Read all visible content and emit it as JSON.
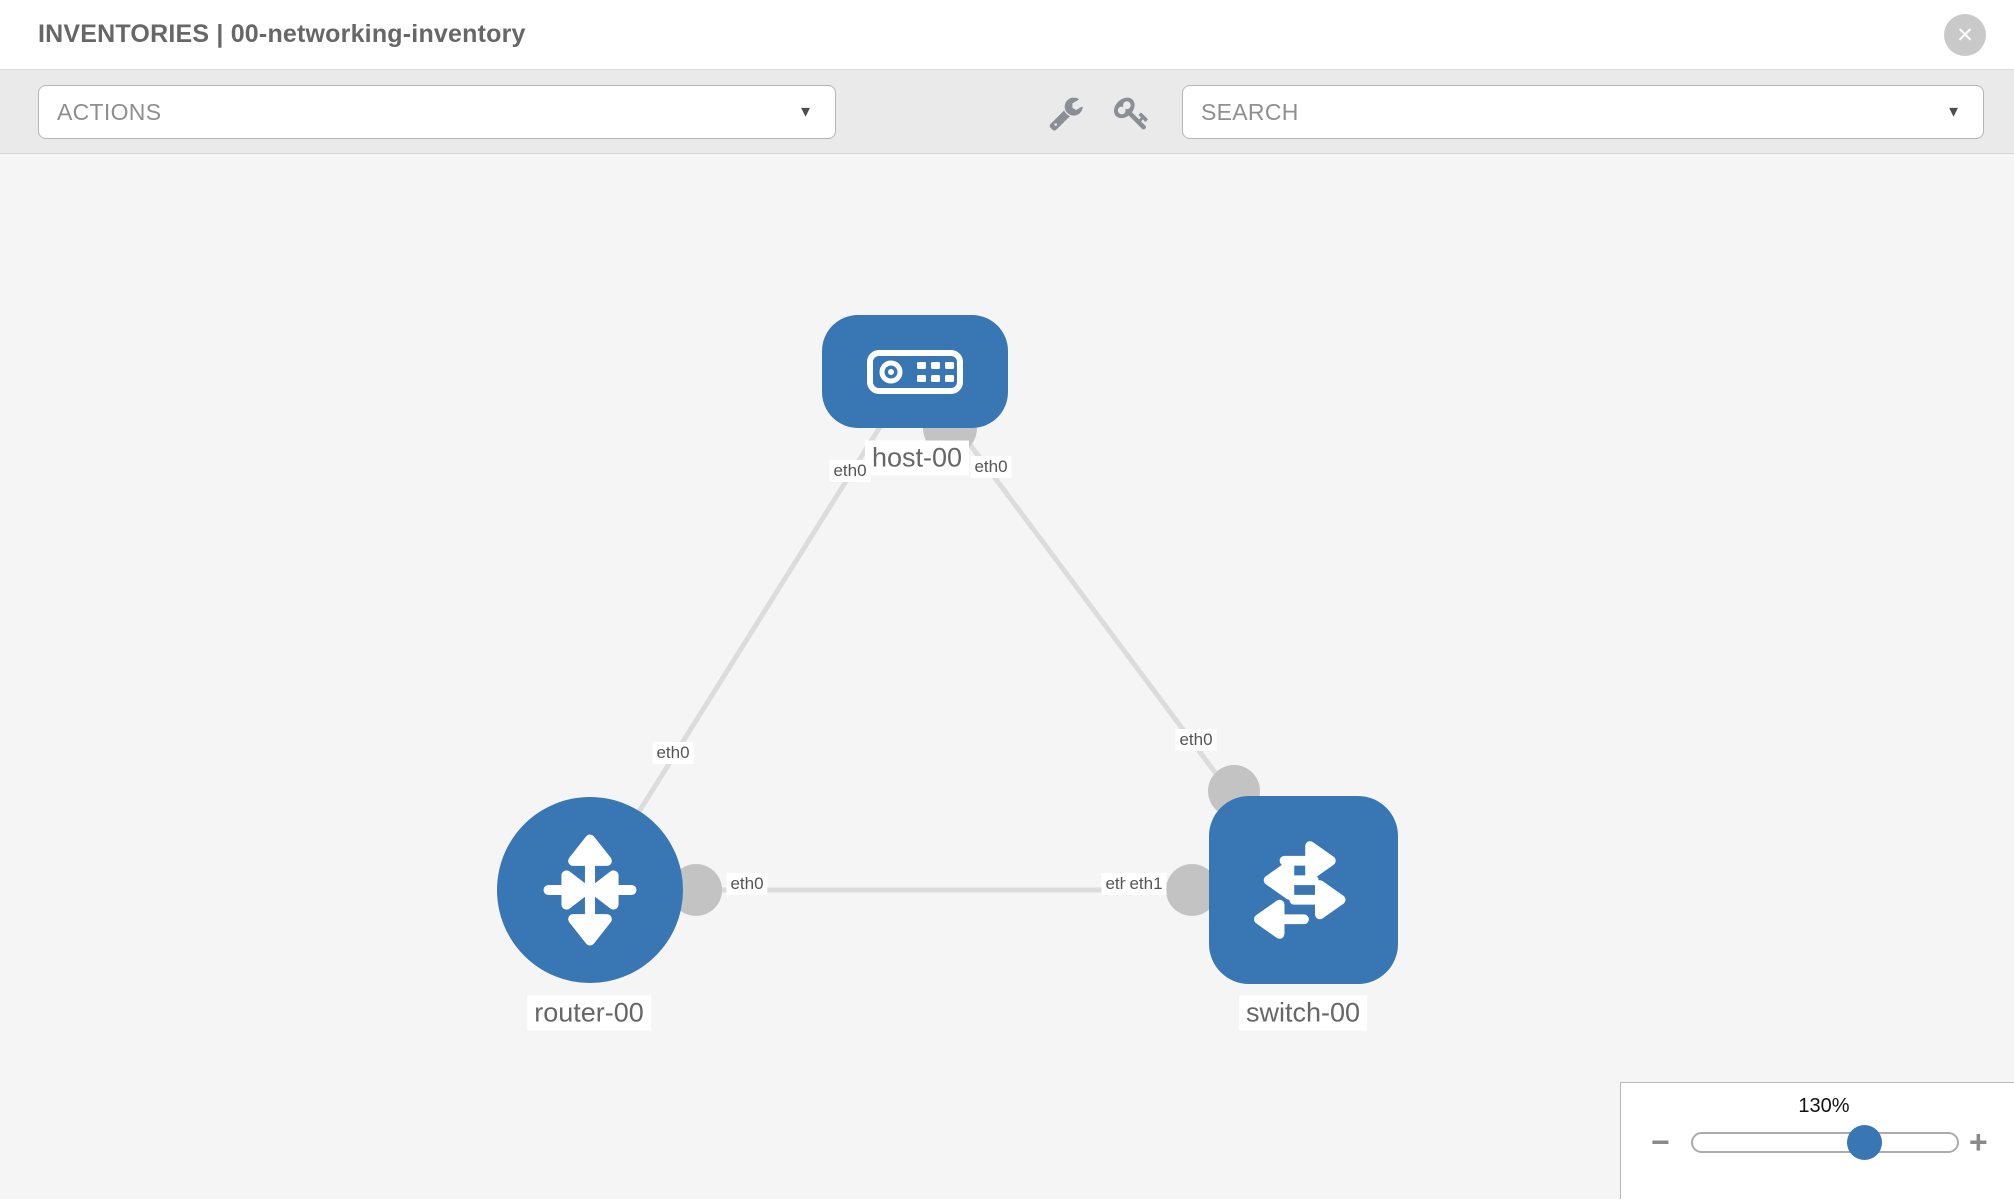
{
  "header": {
    "title": "INVENTORIES | 00-networking-inventory",
    "close_glyph": "✕"
  },
  "toolbar": {
    "actions_label": "ACTIONS",
    "search_placeholder": "SEARCH",
    "caret_glyph": "▼"
  },
  "topology": {
    "nodes": [
      {
        "label": "host-00",
        "type": "host"
      },
      {
        "label": "router-00",
        "type": "router"
      },
      {
        "label": "switch-00",
        "type": "switch"
      }
    ],
    "interfaces": {
      "host_to_router": "eth0",
      "host_to_switch": "eth0",
      "router_to_host": "eth0",
      "router_to_switch": "eth0",
      "switch_to_host": "eth0",
      "switch_to_router_under": "eth0",
      "switch_to_router": "eth1"
    },
    "links": [
      {
        "from": "host-00",
        "to": "router-00"
      },
      {
        "from": "host-00",
        "to": "switch-00"
      },
      {
        "from": "router-00",
        "to": "switch-00"
      }
    ]
  },
  "zoom_control": {
    "level": "130%",
    "minus_glyph": "−",
    "plus_glyph": "+"
  },
  "colors": {
    "node_blue": "#3876B4",
    "port_gray": "#C3C3C3",
    "link_gray": "#DCDCDC",
    "canvas_bg": "#F5F5F5"
  }
}
